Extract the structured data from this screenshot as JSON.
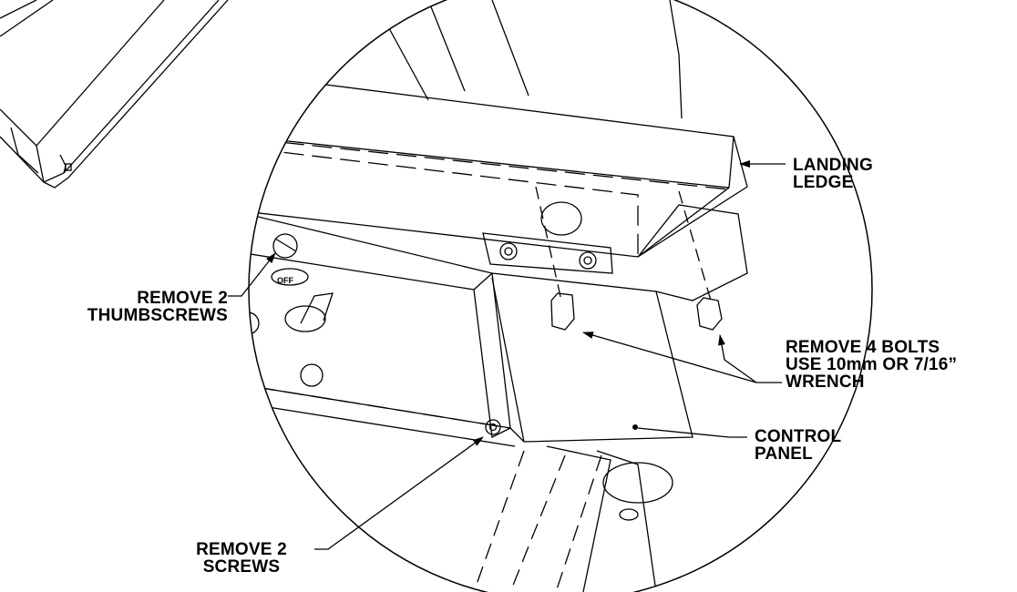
{
  "callouts": {
    "landing_ledge": [
      "LANDING",
      "LEDGE"
    ],
    "thumbscrews": [
      "REMOVE 2",
      "THUMBSCREWS"
    ],
    "bolts": [
      "REMOVE 4 BOLTS",
      "USE 10mm OR 7/16”",
      "WRENCH"
    ],
    "control_panel": [
      "CONTROL",
      "PANEL"
    ],
    "screws": [
      "REMOVE 2",
      "SCREWS"
    ]
  },
  "switch_label": "OFF",
  "colors": {
    "line": "#000000",
    "background": "#ffffff"
  }
}
